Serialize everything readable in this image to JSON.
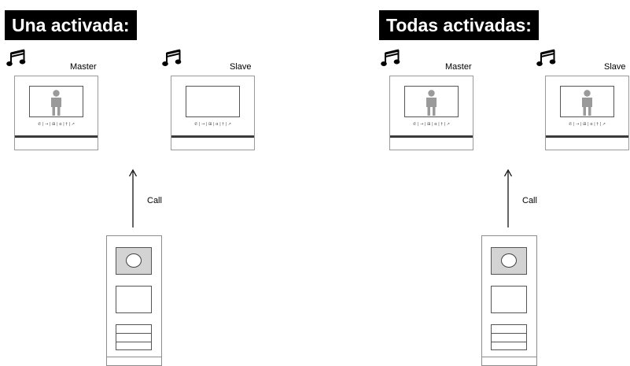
{
  "scenes": [
    {
      "title": "Una activada:",
      "master_label": "Master",
      "slave_label": "Slave",
      "call_label": "Call",
      "master_screen": "person",
      "slave_screen": "blank"
    },
    {
      "title": "Todas activadas:",
      "master_label": "Master",
      "slave_label": "Slave",
      "call_label": "Call",
      "master_screen": "person",
      "slave_screen": "person"
    }
  ],
  "monitor_controls": "✆ | → | ⊞ | α | † | ↗",
  "icons": {
    "ring": "music-note-icon",
    "caller": "person-silhouette-icon",
    "call_direction": "arrow-up-icon"
  },
  "colors": {
    "title_bg": "#000000",
    "title_text": "#ffffff",
    "camera_module": "#d3d3d3",
    "caller_silhouette": "#9a9a9a",
    "outline": "#555555"
  }
}
